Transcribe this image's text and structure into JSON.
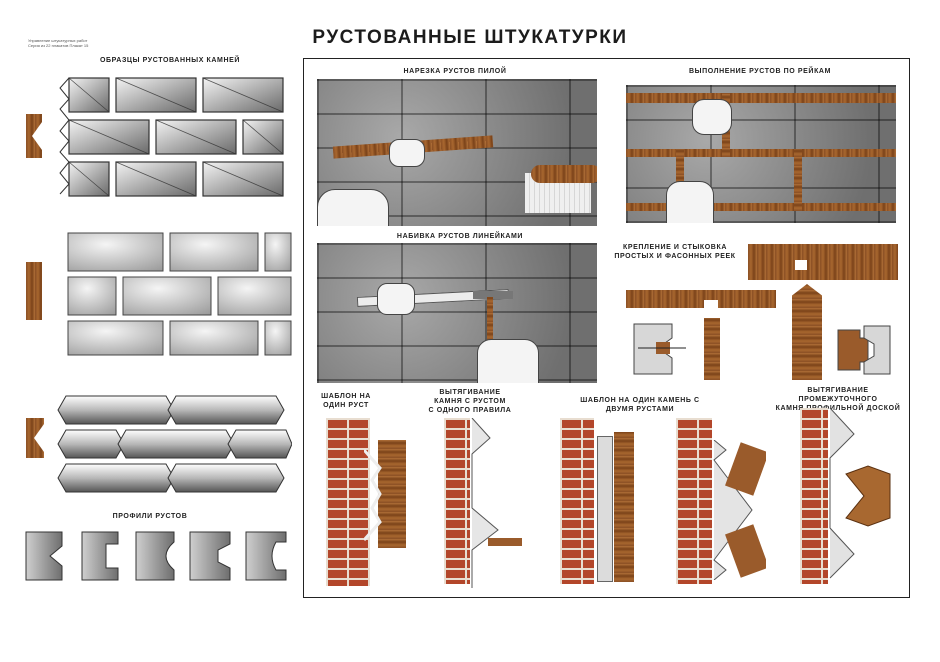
{
  "poster": {
    "title": "РУСТОВАННЫЕ ШТУКАТУРКИ",
    "corner_note": "Управление штукатурных работ Серия из 22 плакатов Плакат 15"
  },
  "left_column": {
    "samples_title": "ОБРАЗЦЫ РУСТОВАННЫХ КАМНЕЙ",
    "profiles_title": "ПРОФИЛИ РУСТОВ"
  },
  "sections": {
    "saw_cutting": "НАРЕЗКА РУСТОВ ПИЛОЙ",
    "by_strips": "ВЫПОЛНЕНИЕ РУСТОВ ПО РЕЙКАМ",
    "ruler_stuffing": "НАБИВКА РУСТОВ ЛИНЕЙКАМИ",
    "fastening": "КРЕПЛЕНИЕ И СТЫКОВКА\nПРОСТЫХ И ФАСОННЫХ РЕЕК",
    "template_single": "ШАБЛОН НА\nОДИН РУСТ",
    "drawing_one_rule": "ВЫТЯГИВАНИЕ\nКАМНЯ С РУСТОМ\nС ОДНОГО ПРАВИЛА",
    "template_two_rusts": "ШАБЛОН НА ОДИН КАМЕНЬ С\nДВУМЯ РУСТАМИ",
    "drawing_profile_board": "ВЫТЯГИВАНИЕ  ПРОМЕЖУТОЧНОГО\nКАМНЯ ПРОФИЛЬНОЙ ДОСКОЙ"
  }
}
